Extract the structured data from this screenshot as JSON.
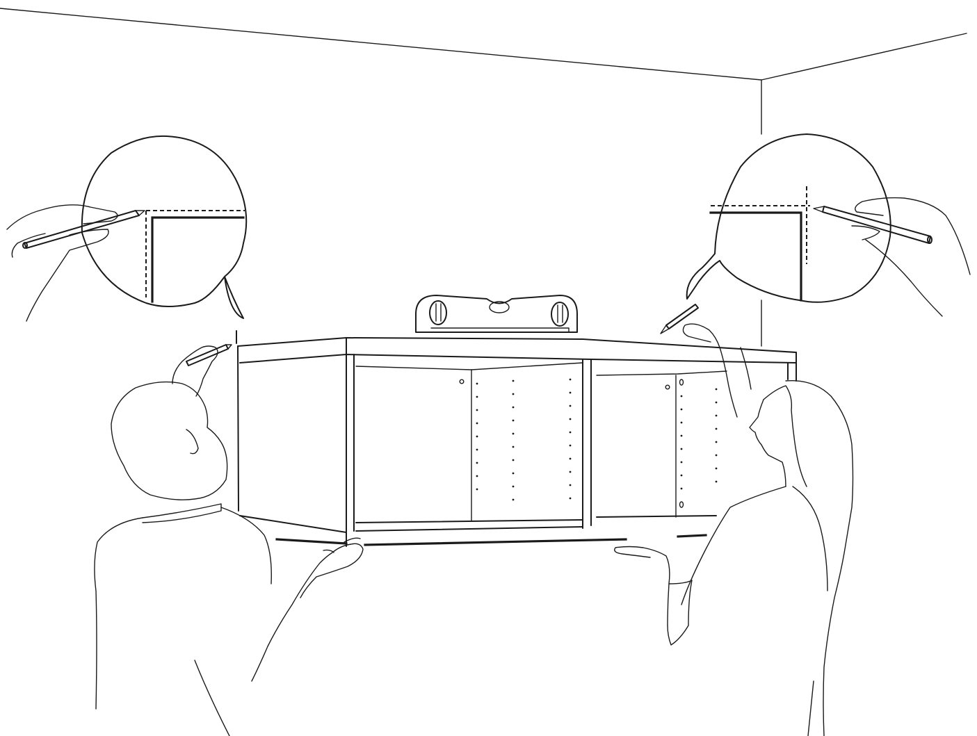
{
  "illustration": {
    "style": "line-art",
    "colors": {
      "stroke": "#1a1a1a",
      "background": "#ffffff"
    },
    "elements": [
      "room-corner",
      "wall-cabinet",
      "spirit-level",
      "left-person",
      "right-person",
      "left-magnifier-callout",
      "right-magnifier-callout",
      "pencil-icon"
    ]
  }
}
